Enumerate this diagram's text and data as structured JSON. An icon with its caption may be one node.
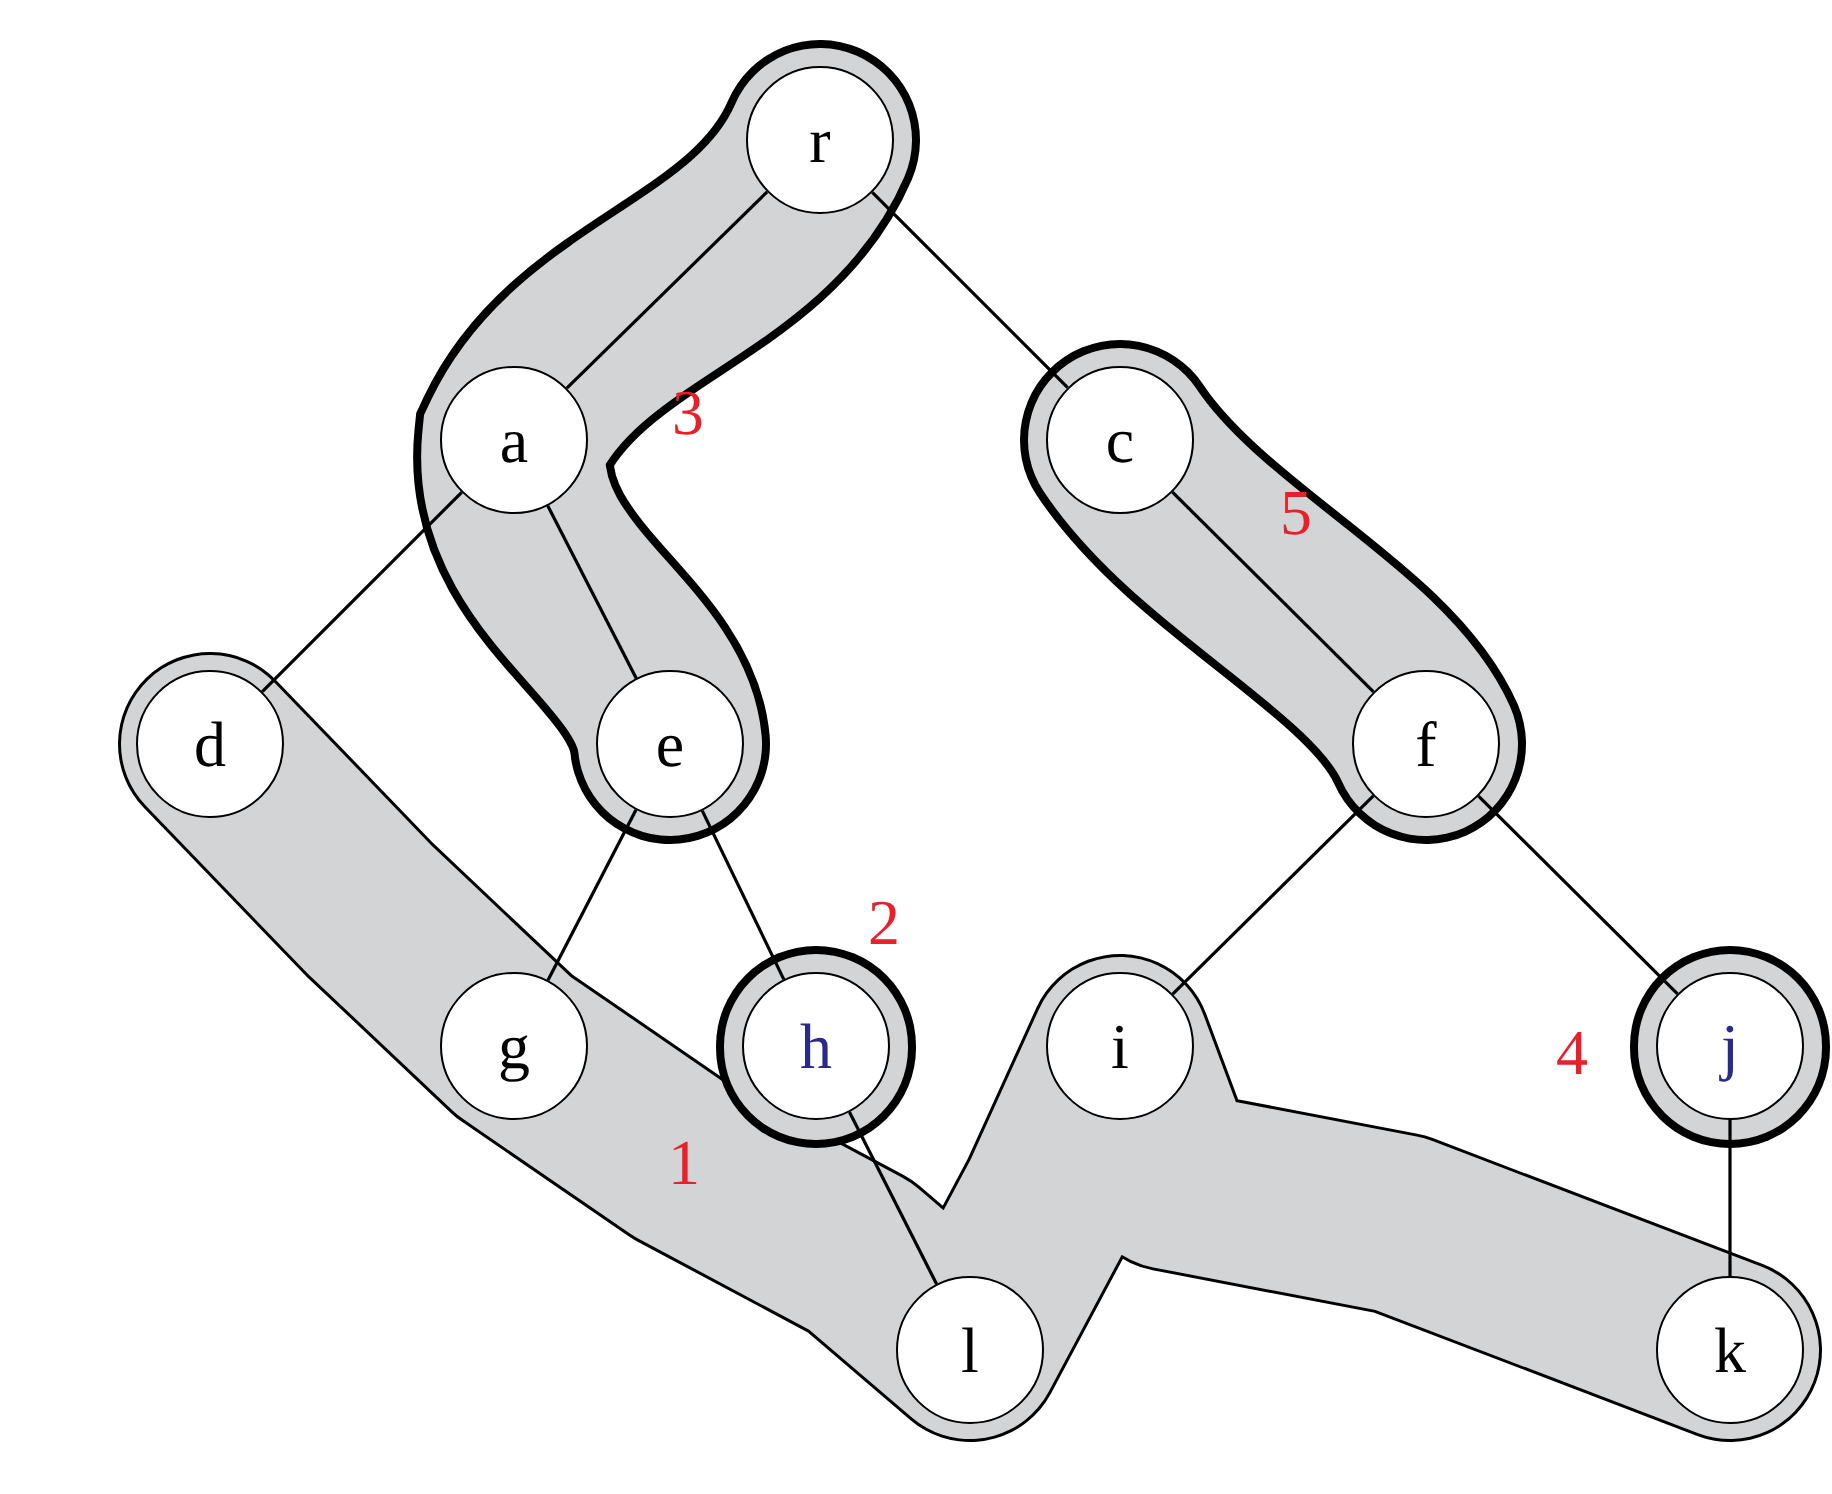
{
  "diagram": {
    "nodes": [
      {
        "text": [
          "r"
        ]
      },
      {
        "text": [
          "a"
        ]
      },
      {
        "text": [
          "c"
        ]
      },
      {
        "text": [
          "d"
        ]
      },
      {
        "text": [
          "e"
        ]
      },
      {
        "text": [
          "f"
        ]
      },
      {
        "text": [
          "g"
        ]
      },
      {
        "text": [
          "h"
        ]
      },
      {
        "text": [
          "i"
        ]
      },
      {
        "text": [
          "j"
        ]
      },
      {
        "text": [
          "l"
        ]
      },
      {
        "text": [
          "k"
        ]
      }
    ],
    "edges": [
      {
        "from": 0,
        "to": 1,
        "arrow": "none"
      },
      {
        "from": 0,
        "to": 2,
        "arrow": "none"
      },
      {
        "from": 1,
        "to": 3,
        "arrow": "none"
      },
      {
        "from": 1,
        "to": 4,
        "arrow": "none"
      },
      {
        "from": 2,
        "to": 5,
        "arrow": "none"
      },
      {
        "from": 4,
        "to": 6,
        "arrow": "none"
      },
      {
        "from": 4,
        "to": 7,
        "arrow": "none"
      },
      {
        "from": 5,
        "to": 8,
        "arrow": "none"
      },
      {
        "from": 5,
        "to": 9,
        "arrow": "none"
      },
      {
        "from": 7,
        "to": 10,
        "arrow": "none"
      },
      {
        "from": 9,
        "to": 11,
        "arrow": "none"
      }
    ],
    "labels": [
      "3",
      "5",
      "2",
      "4",
      "1"
    ]
  }
}
